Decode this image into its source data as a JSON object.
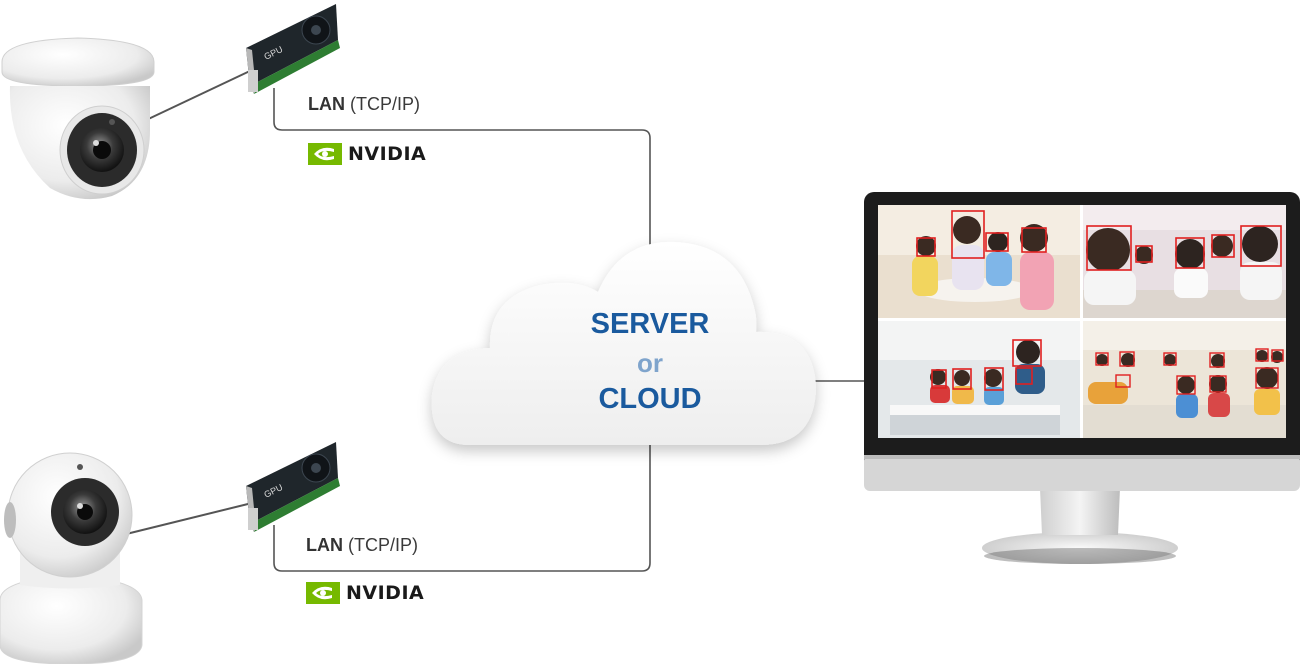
{
  "cloud": {
    "line1": "SERVER",
    "line2": "or",
    "line3": "CLOUD"
  },
  "links": [
    {
      "protocol": "LAN",
      "detail": "(TCP/IP)",
      "vendor": "NVIDIA",
      "gpu_text": "GPU"
    },
    {
      "protocol": "LAN",
      "detail": "(TCP/IP)",
      "vendor": "NVIDIA",
      "gpu_text": "GPU"
    }
  ],
  "colors": {
    "cloud_text": "#1a5a9e",
    "or_text": "#7fa4cc",
    "nvidia_green": "#76b900",
    "detection_box": "#e02020",
    "connector": "#555555"
  },
  "icons": [
    "dome-camera-icon",
    "pan-tilt-camera-icon",
    "gpu-card-icon",
    "nvidia-logo-icon",
    "cloud-icon",
    "monitor-icon"
  ]
}
